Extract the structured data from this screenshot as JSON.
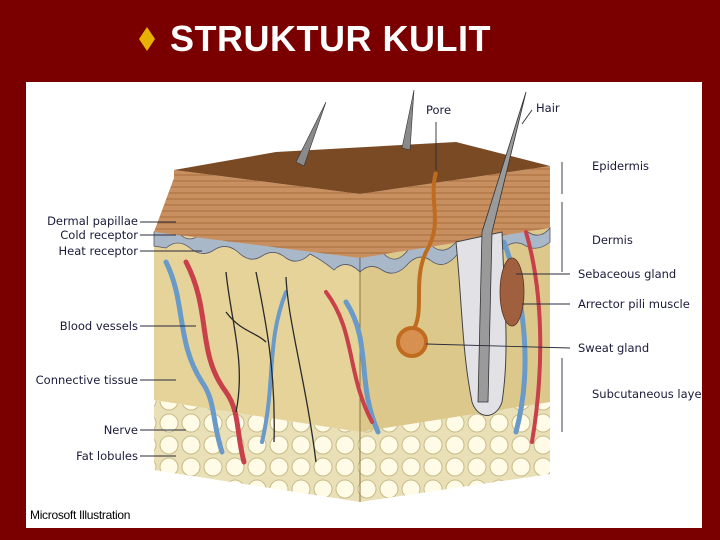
{
  "slide": {
    "title": "STRUKTUR KULIT",
    "bullet_icon": "diamond-bullet-icon",
    "bullet_color": "#e8b000",
    "background_color": "#7a0000"
  },
  "diagram": {
    "credit": "Microsoft Illustration",
    "labels_top": {
      "pore": "Pore",
      "hair": "Hair"
    },
    "labels_left": {
      "dermal_papillae": "Dermal papillae",
      "cold_receptor": "Cold receptor",
      "heat_receptor": "Heat receptor",
      "blood_vessels": "Blood vessels",
      "connective_tissue": "Connective tissue",
      "nerve": "Nerve",
      "fat_lobules": "Fat lobules"
    },
    "labels_right": {
      "epidermis": "Epidermis",
      "dermis": "Dermis",
      "sebaceous_gland": "Sebaceous gland",
      "arrector_pili_muscle": "Arrector pili muscle",
      "sweat_gland": "Sweat gland",
      "subcutaneous_layer": "Subcutaneous layer"
    }
  }
}
